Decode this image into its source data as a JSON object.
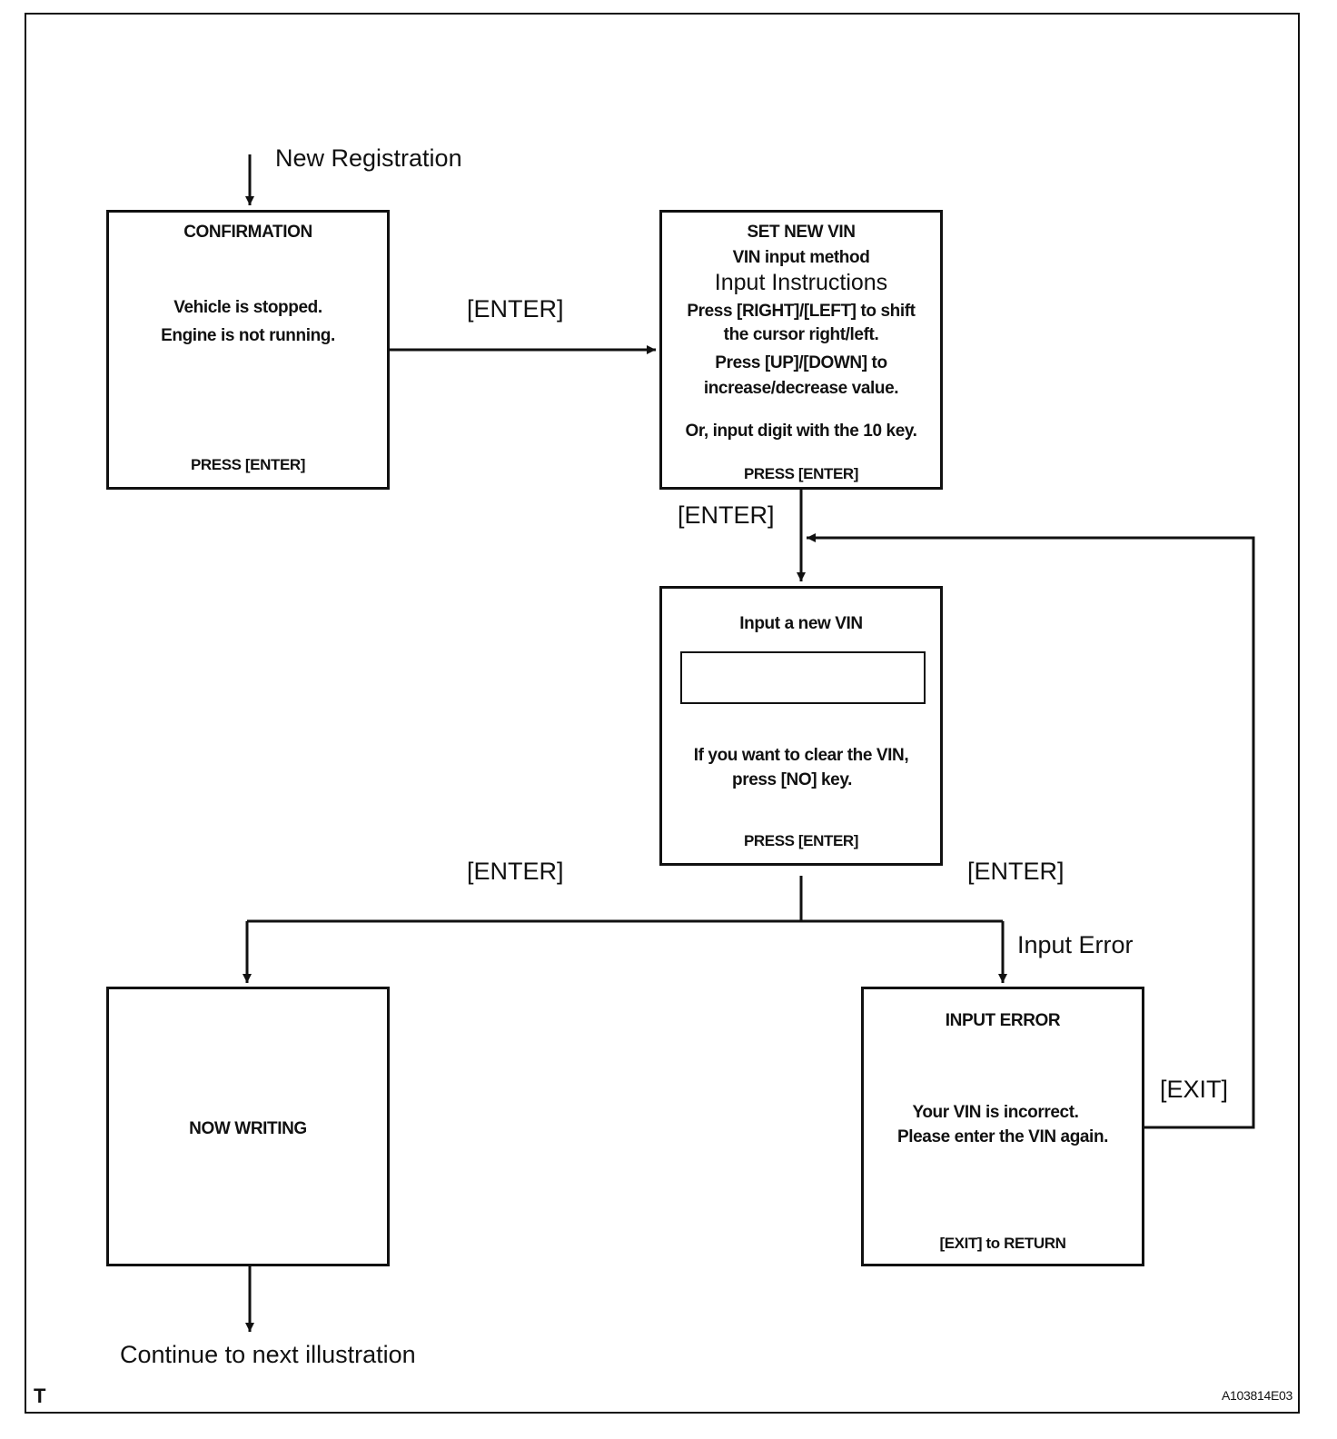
{
  "labels": {
    "new_registration": "New Registration",
    "enter_1": "[ENTER]",
    "enter_2": "[ENTER]",
    "enter_3": "[ENTER]",
    "enter_4": "[ENTER]",
    "input_error": "Input Error",
    "exit": "[EXIT]",
    "continue": "Continue to next illustration",
    "corner_t": "T",
    "figure_id": "A103814E03"
  },
  "confirmation": {
    "title": "CONFIRMATION",
    "line1": "Vehicle is stopped.",
    "line2": "Engine is not running.",
    "footer": "PRESS [ENTER]"
  },
  "set_new_vin": {
    "title": "SET NEW VIN",
    "subtitle": "VIN input method",
    "instructions_heading": "Input Instructions",
    "line1": "Press [RIGHT]/[LEFT] to shift",
    "line2": "the cursor right/left.",
    "line3": "Press [UP]/[DOWN]  to",
    "line4": "increase/decrease value.",
    "line5": "Or, input digit with the 10 key.",
    "footer": "PRESS [ENTER]"
  },
  "input_vin": {
    "title": "Input a new VIN",
    "field_value": "",
    "line1": "If you want to clear the VIN,",
    "line2": "press [NO] key.",
    "footer": "PRESS [ENTER]"
  },
  "now_writing": {
    "title": "NOW WRITING"
  },
  "input_error": {
    "title": "INPUT  ERROR",
    "line1": "Your VIN is incorrect.",
    "line2": "Please enter the VIN again.",
    "footer": "[EXIT] to RETURN"
  }
}
